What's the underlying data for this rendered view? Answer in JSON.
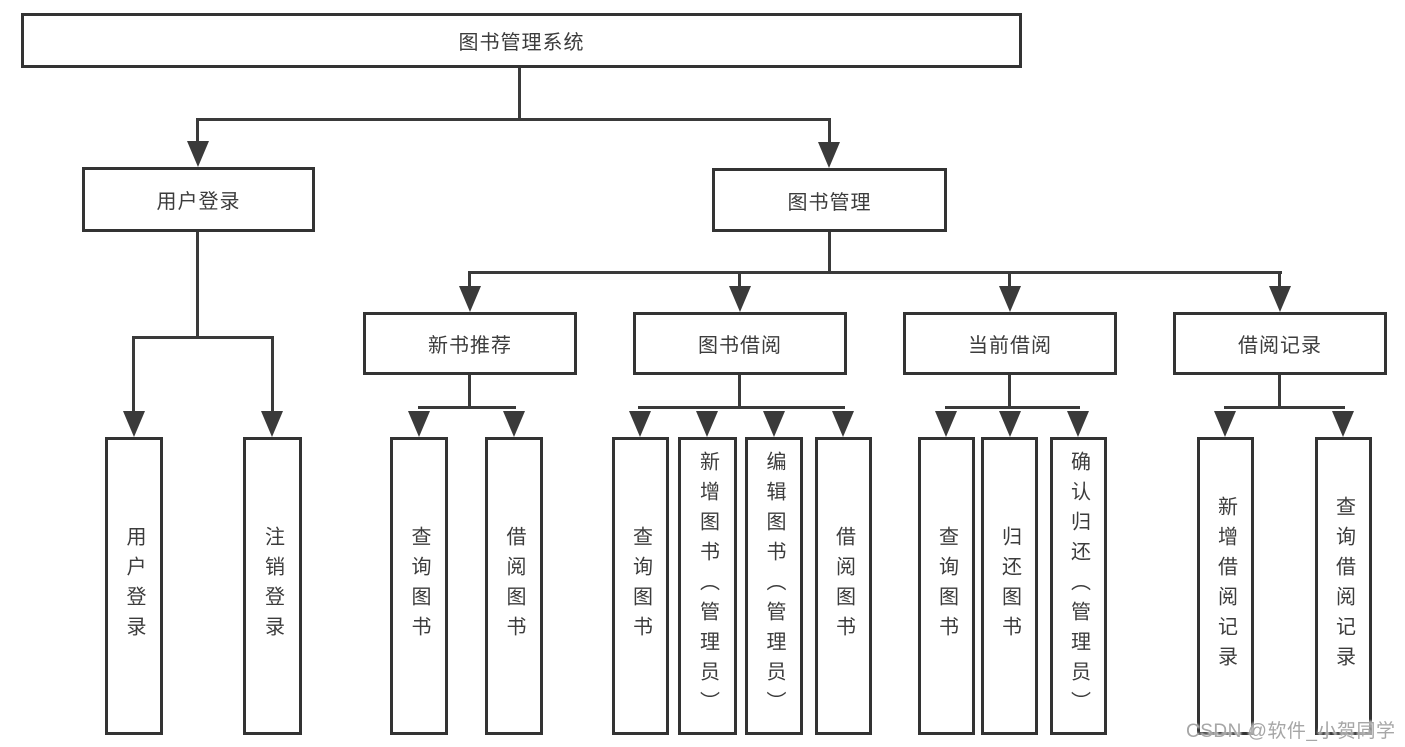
{
  "diagram_type": "functional-structure-tree",
  "colors": {
    "background": "#ffffff",
    "box_border": "#333333",
    "line": "#3a3a3a",
    "text": "#3c3c3c",
    "watermark_text": "#a6a6a6"
  },
  "tree": {
    "label": "图书管理系统",
    "children": [
      {
        "label": "用户登录",
        "children": [
          {
            "label": "用户登录"
          },
          {
            "label": "注销登录"
          }
        ]
      },
      {
        "label": "图书管理",
        "children": [
          {
            "label": "新书推荐",
            "children": [
              {
                "label": "查询图书"
              },
              {
                "label": "借阅图书"
              }
            ]
          },
          {
            "label": "图书借阅",
            "children": [
              {
                "label": "查询图书"
              },
              {
                "label": "新增图书（管理员）"
              },
              {
                "label": "编辑图书（管理员）"
              },
              {
                "label": "借阅图书"
              }
            ]
          },
          {
            "label": "当前借阅",
            "children": [
              {
                "label": "查询图书"
              },
              {
                "label": "归还图书"
              },
              {
                "label": "确认归还（管理员）"
              }
            ]
          },
          {
            "label": "借阅记录",
            "children": [
              {
                "label": "新增借阅记录"
              },
              {
                "label": "查询借阅记录"
              }
            ]
          }
        ]
      }
    ]
  },
  "watermark": "CSDN @软件_小贺同学"
}
